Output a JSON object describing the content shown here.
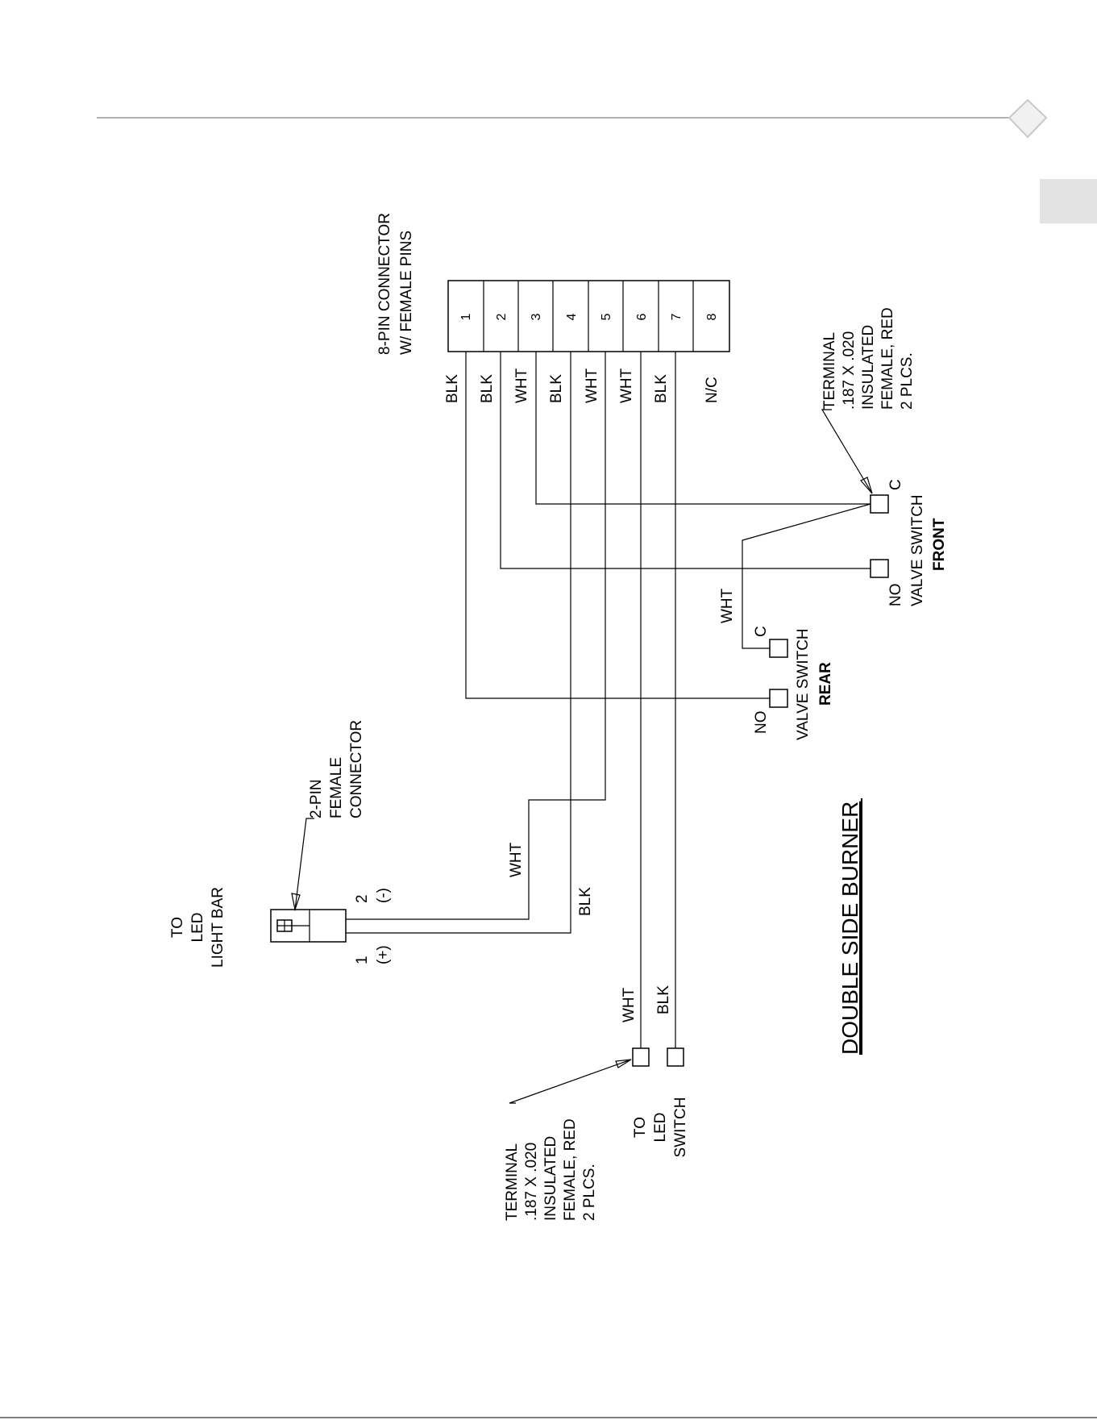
{
  "title": "DOUBLE SIDE BURNER",
  "connector_8pin": {
    "label_line1": "8-PIN CONNECTOR",
    "label_line2": "W/ FEMALE PINS",
    "pins": [
      "1",
      "2",
      "3",
      "4",
      "5",
      "6",
      "7",
      "8"
    ],
    "wire_colors": [
      "BLK",
      "BLK",
      "WHT",
      "BLK",
      "WHT",
      "WHT",
      "BLK",
      "N/C"
    ]
  },
  "terminal_note": {
    "lines": [
      "TERMINAL",
      ".187 X .020",
      "INSULATED",
      "FEMALE, RED",
      "2 PLCS."
    ]
  },
  "valve_switch_front": {
    "line1": "VALVE SWITCH",
    "line2": "FRONT",
    "no_label": "NO",
    "c_label": "C"
  },
  "valve_switch_rear": {
    "line1": "VALVE SWITCH",
    "line2": "REAR",
    "no_label": "NO",
    "c_label": "C"
  },
  "jumper_wire_label": "WHT",
  "connector_2pin": {
    "label_lines": [
      "2-PIN",
      "FEMALE",
      "CONNECTOR"
    ],
    "pin1_num": "1",
    "pin1_pol": "(+)",
    "pin2_num": "2",
    "pin2_pol": "(-)",
    "wire_wht": "WHT",
    "wire_blk": "BLK"
  },
  "to_light_bar": {
    "lines": [
      "TO",
      "LED",
      "LIGHT BAR"
    ]
  },
  "to_led_switch": {
    "lines": [
      "TO",
      "LED",
      "SWITCH"
    ],
    "wire_wht": "WHT",
    "wire_blk": "BLK"
  }
}
